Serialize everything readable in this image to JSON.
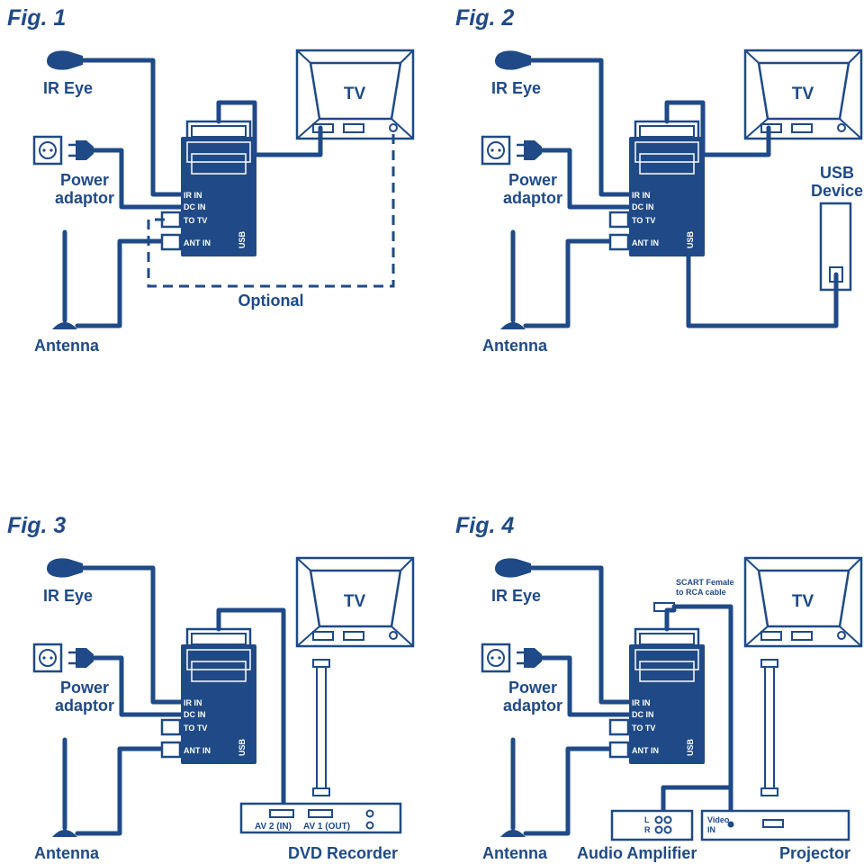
{
  "colors": {
    "ink": "#1f4a87",
    "background": "#ffffff"
  },
  "figures": [
    {
      "title": "Fig. 1",
      "ir_eye": "IR Eye",
      "power_line1": "Power",
      "power_line2": "adaptor",
      "antenna": "Antenna",
      "tv": "TV",
      "ports": [
        "IR IN",
        "DC IN",
        "TO TV",
        "ANT IN"
      ],
      "usb": "USB",
      "optional": "Optional"
    },
    {
      "title": "Fig. 2",
      "ir_eye": "IR Eye",
      "power_line1": "Power",
      "power_line2": "adaptor",
      "antenna": "Antenna",
      "tv": "TV",
      "ports": [
        "IR IN",
        "DC IN",
        "TO TV",
        "ANT IN"
      ],
      "usb": "USB",
      "usb_device_line1": "USB",
      "usb_device_line2": "Device"
    },
    {
      "title": "Fig. 3",
      "ir_eye": "IR Eye",
      "power_line1": "Power",
      "power_line2": "adaptor",
      "antenna": "Antenna",
      "tv": "TV",
      "ports": [
        "IR IN",
        "DC IN",
        "TO TV",
        "ANT IN"
      ],
      "usb": "USB",
      "dvd_av2": "AV 2 (IN)",
      "dvd_av1": "AV 1 (OUT)",
      "dvd_recorder": "DVD Recorder"
    },
    {
      "title": "Fig. 4",
      "ir_eye": "IR Eye",
      "power_line1": "Power",
      "power_line2": "adaptor",
      "antenna": "Antenna",
      "tv": "TV",
      "ports": [
        "IR IN",
        "DC IN",
        "TO TV",
        "ANT IN"
      ],
      "usb": "USB",
      "scart_line1": "SCART Female",
      "scart_line2": "to RCA cable",
      "amp_l": "L",
      "amp_r": "R",
      "audio_amplifier": "Audio Amplifier",
      "video_in_line1": "Video",
      "video_in_line2": "IN",
      "projector": "Projector"
    }
  ]
}
